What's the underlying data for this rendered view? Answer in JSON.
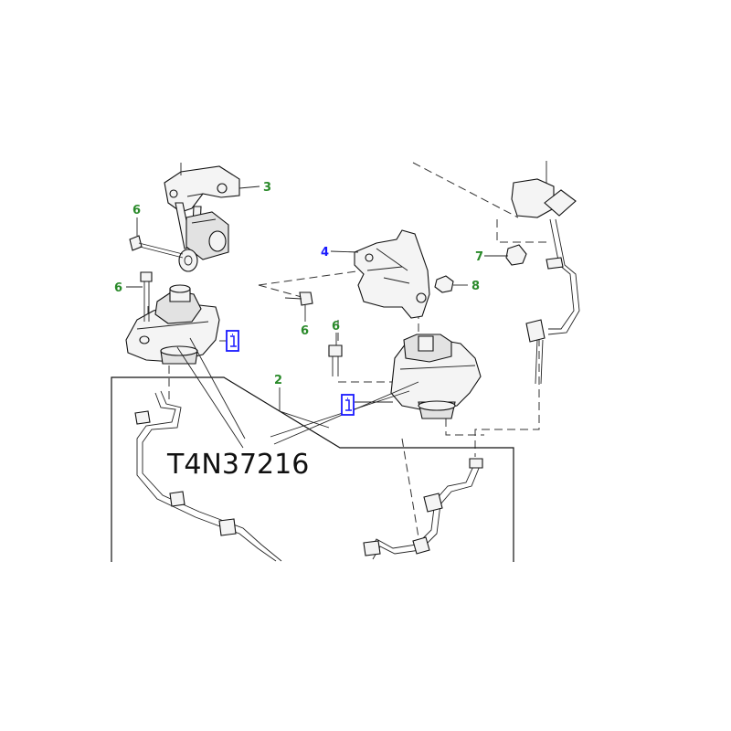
{
  "callouts": {
    "c1": "3",
    "c2": "6",
    "c3": "6",
    "c4": "6",
    "c5": "6",
    "c6": "4",
    "c7": "7",
    "c8": "8",
    "c9": "2"
  },
  "part_number": "T4N37216",
  "colors": {
    "green_label": "#2a8a2a",
    "blue_label": "#1a1aff",
    "line": "#111111"
  },
  "icons": [
    "info-icon",
    "info-icon"
  ]
}
